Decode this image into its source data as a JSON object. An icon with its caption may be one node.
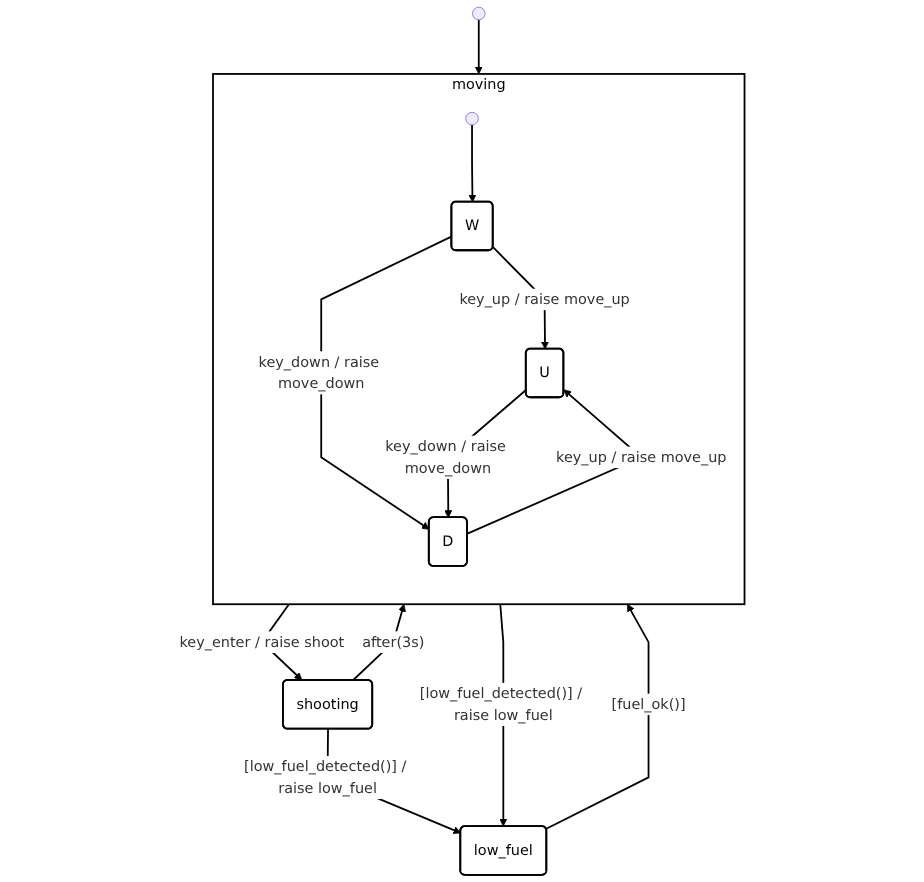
{
  "diagram": {
    "nodes": [
      {
        "text": [
          "moving"
        ]
      },
      {
        "text": [],
        "shape": "circle"
      },
      {
        "text": [],
        "shape": "circle",
        "in": 0
      },
      {
        "text": [
          "W"
        ],
        "in": 0
      },
      {
        "text": [
          "U"
        ],
        "in": 0
      },
      {
        "text": [
          "D"
        ],
        "in": 0
      },
      {
        "text": [
          "shooting"
        ]
      },
      {
        "text": [
          "low_fuel"
        ]
      }
    ],
    "edges": [
      {
        "from": 1,
        "to": 0,
        "arrow": "to"
      },
      {
        "from": 2,
        "to": 3,
        "arrow": "to"
      },
      {
        "from": 3,
        "to": 4,
        "arrow": "to",
        "label": "key_up / raise move_up"
      },
      {
        "from": 3,
        "to": 5,
        "arrow": "to",
        "label": "key_down / raise move_down"
      },
      {
        "from": 5,
        "to": 4,
        "arrow": "to",
        "label": "key_up / raise move_up"
      },
      {
        "from": 4,
        "to": 5,
        "arrow": "to",
        "label": "key_down / raise move_down"
      },
      {
        "from": 0,
        "to": 6,
        "arrow": "to",
        "label": "key_enter / raise shoot"
      },
      {
        "from": 6,
        "to": 0,
        "arrow": "to",
        "label": "after(3s)"
      },
      {
        "from": 0,
        "to": 7,
        "arrow": "to",
        "label": "[low_fuel_detected()] / raise low_fuel"
      },
      {
        "from": 7,
        "to": 0,
        "arrow": "to",
        "label": "[fuel_ok()]"
      },
      {
        "from": 6,
        "to": 7,
        "arrow": "to",
        "label": "[low_fuel_detected()] / raise low_fuel"
      }
    ]
  }
}
